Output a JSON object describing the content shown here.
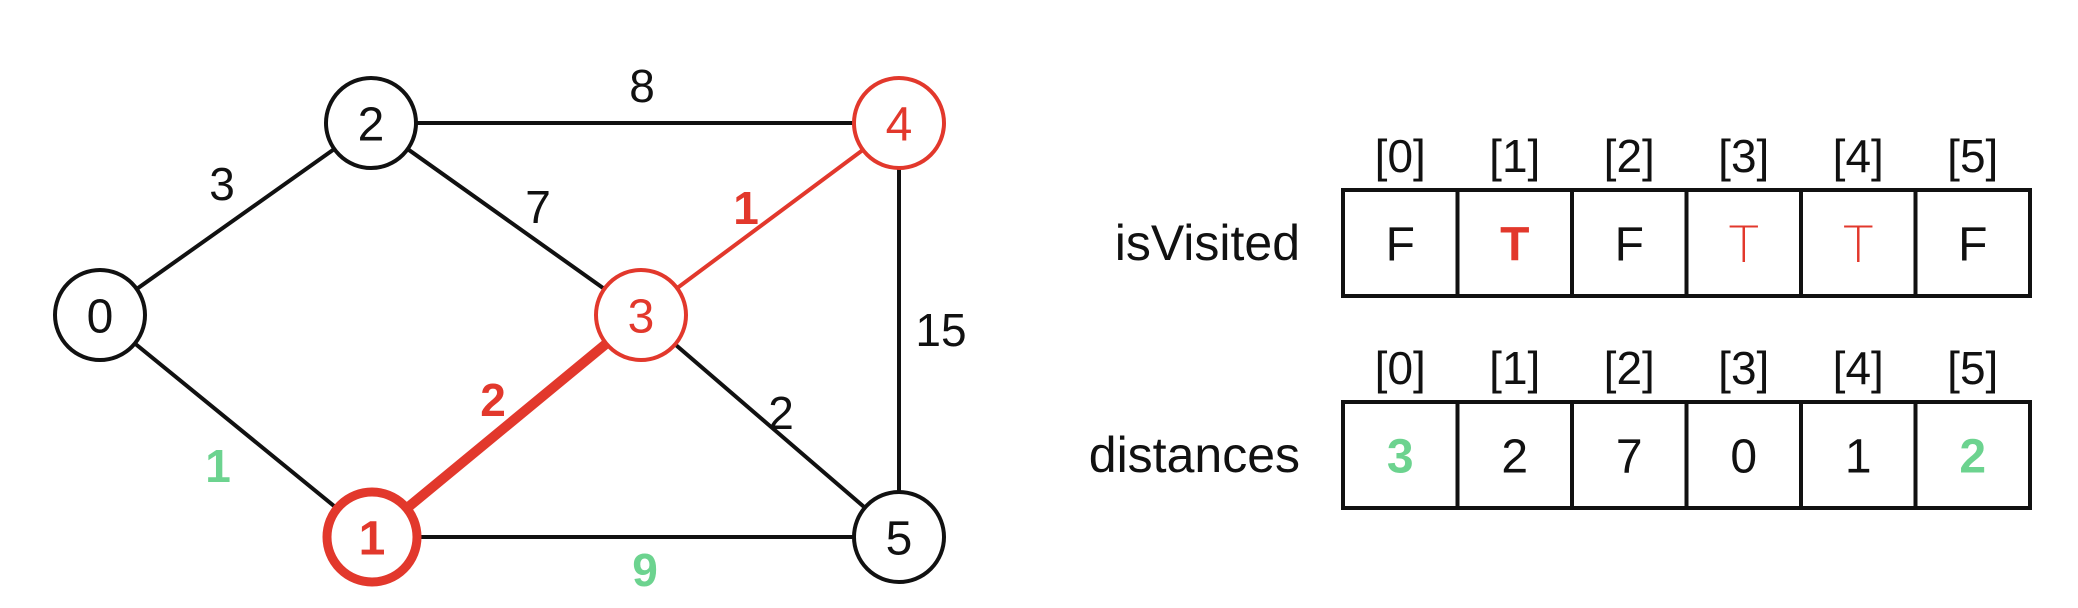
{
  "colors": {
    "black": "#111111",
    "red": "#e2382c",
    "green": "#6cd38f"
  },
  "graph": {
    "nodes": [
      {
        "id": "n0",
        "label": "0",
        "state": "normal"
      },
      {
        "id": "n1",
        "label": "1",
        "state": "current"
      },
      {
        "id": "n2",
        "label": "2",
        "state": "normal"
      },
      {
        "id": "n3",
        "label": "3",
        "state": "visited"
      },
      {
        "id": "n4",
        "label": "4",
        "state": "visited"
      },
      {
        "id": "n5",
        "label": "5",
        "state": "normal"
      }
    ],
    "edges": [
      {
        "id": "e0-2",
        "from": "n0",
        "to": "n2",
        "weight": "3",
        "state": "normal",
        "weight_color": "black"
      },
      {
        "id": "e0-1",
        "from": "n0",
        "to": "n1",
        "weight": "1",
        "state": "normal",
        "weight_color": "green"
      },
      {
        "id": "e2-4",
        "from": "n2",
        "to": "n4",
        "weight": "8",
        "state": "normal",
        "weight_color": "black"
      },
      {
        "id": "e2-3",
        "from": "n2",
        "to": "n3",
        "weight": "7",
        "state": "normal",
        "weight_color": "black"
      },
      {
        "id": "e3-4",
        "from": "n3",
        "to": "n4",
        "weight": "1",
        "state": "visited",
        "weight_color": "red"
      },
      {
        "id": "e1-3",
        "from": "n1",
        "to": "n3",
        "weight": "2",
        "state": "current",
        "weight_color": "red"
      },
      {
        "id": "e3-5",
        "from": "n3",
        "to": "n5",
        "weight": "2",
        "state": "normal",
        "weight_color": "black"
      },
      {
        "id": "e4-5",
        "from": "n4",
        "to": "n5",
        "weight": "15",
        "state": "normal",
        "weight_color": "black"
      },
      {
        "id": "e1-5",
        "from": "n1",
        "to": "n5",
        "weight": "9",
        "state": "normal",
        "weight_color": "green"
      }
    ]
  },
  "arrays": [
    {
      "id": "isVisited",
      "name": "isVisited",
      "indices": [
        "[0]",
        "[1]",
        "[2]",
        "[3]",
        "[4]",
        "[5]"
      ],
      "cells": [
        {
          "value": "F",
          "style": "normal"
        },
        {
          "value": "T",
          "style": "red-bold"
        },
        {
          "value": "F",
          "style": "normal"
        },
        {
          "value": "T",
          "style": "red-thin"
        },
        {
          "value": "T",
          "style": "red-thin"
        },
        {
          "value": "F",
          "style": "normal"
        }
      ]
    },
    {
      "id": "distances",
      "name": "distances",
      "indices": [
        "[0]",
        "[1]",
        "[2]",
        "[3]",
        "[4]",
        "[5]"
      ],
      "cells": [
        {
          "value": "3",
          "style": "green-bold"
        },
        {
          "value": "2",
          "style": "normal"
        },
        {
          "value": "7",
          "style": "normal"
        },
        {
          "value": "0",
          "style": "normal"
        },
        {
          "value": "1",
          "style": "normal"
        },
        {
          "value": "2",
          "style": "green-bold"
        }
      ]
    }
  ]
}
